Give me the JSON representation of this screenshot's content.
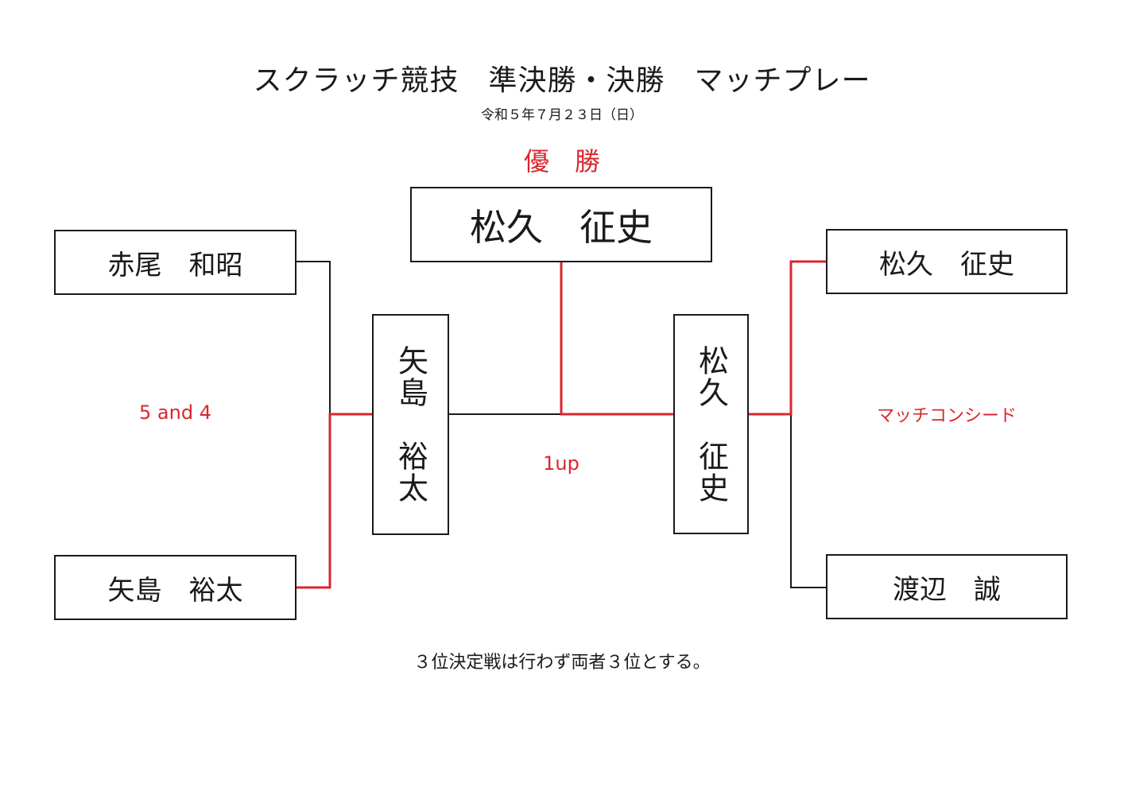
{
  "header": {
    "title": "スクラッチ競技　準決勝・決勝　マッチプレー",
    "date": "令和５年７月２３日（日）"
  },
  "final": {
    "winner_label": "優　勝",
    "winner_name": "松久　征史",
    "score": "1up"
  },
  "left": {
    "player_top": "赤尾　和昭",
    "player_bottom": "矢島　裕太",
    "semifinal_winner": "矢島　裕太",
    "score": "5 and 4"
  },
  "right": {
    "player_top": "松久　征史",
    "player_bottom": "渡辺　誠",
    "semifinal_winner": "松久　征史",
    "score": "マッチコンシード"
  },
  "footer": {
    "note": "３位決定戦は行わず両者３位とする。"
  },
  "colors": {
    "line": "#1a1a1a",
    "winner_line": "#d9262f"
  }
}
